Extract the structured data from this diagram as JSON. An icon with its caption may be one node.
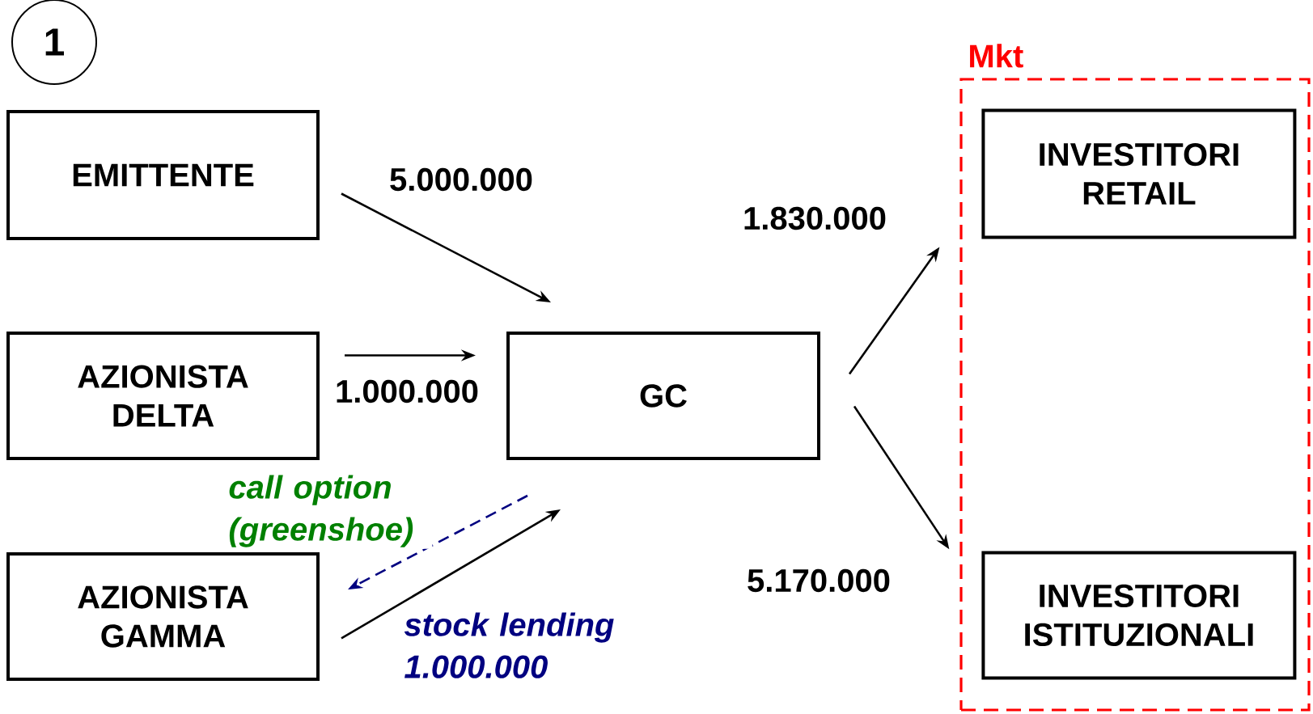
{
  "diagram": {
    "nodes": [
      {
        "text": [
          "1"
        ]
      },
      {
        "text": [
          "Mkt"
        ]
      },
      {
        "text": [
          "EMITTENTE"
        ]
      },
      {
        "text": [
          "AZIONISTA DELTA"
        ]
      },
      {
        "text": [
          "GC"
        ]
      },
      {
        "text": [
          "AZIONISTA GAMMA"
        ]
      },
      {
        "text": [
          "INVESTITORI RETAIL"
        ],
        "in": 1
      },
      {
        "text": [
          "INVESTITORI ISTITUZIONALI"
        ],
        "in": 1
      }
    ],
    "edges": [
      {
        "from": 2,
        "to": 4,
        "arrow": "to",
        "label": "5.000.000"
      },
      {
        "from": 3,
        "to": 4,
        "arrow": "to",
        "label": "1.000.000"
      },
      {
        "from": 4,
        "to": 6,
        "arrow": "to",
        "label": "1.830.000"
      },
      {
        "from": 4,
        "to": 7,
        "arrow": "to",
        "label": "5.170.000"
      },
      {
        "from": 4,
        "to": 5,
        "arrow": "to",
        "label": "call option (greenshoe)",
        "style": "dashed",
        "color": "#000080"
      },
      {
        "from": 5,
        "to": 4,
        "arrow": "to",
        "label": "stock lending 1.000.000"
      }
    ]
  }
}
